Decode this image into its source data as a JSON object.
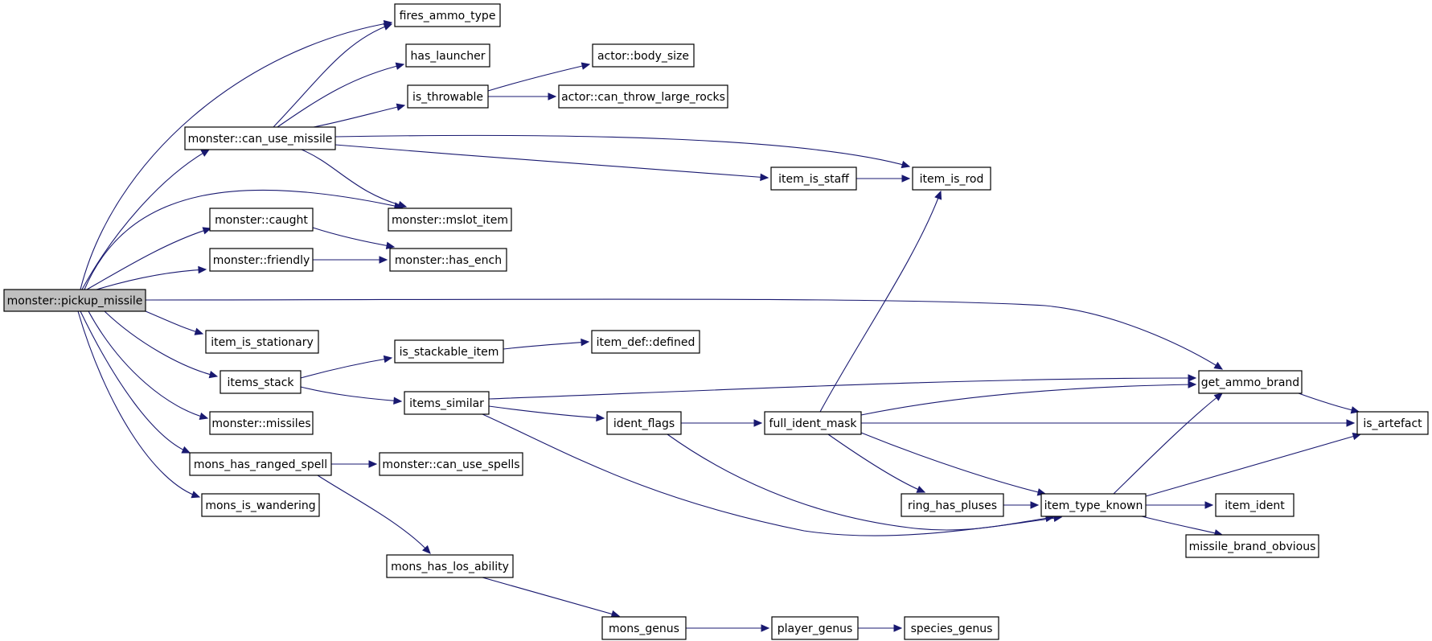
{
  "graph": {
    "root": "monster::pickup_missile",
    "nodes": [
      {
        "id": "pickup_missile",
        "label": "monster::pickup_missile",
        "root": true
      },
      {
        "id": "fires_ammo_type",
        "label": "fires_ammo_type"
      },
      {
        "id": "has_launcher",
        "label": "has_launcher"
      },
      {
        "id": "actor_body_size",
        "label": "actor::body_size"
      },
      {
        "id": "is_throwable",
        "label": "is_throwable"
      },
      {
        "id": "actor_can_throw_large_rocks",
        "label": "actor::can_throw_large_rocks"
      },
      {
        "id": "can_use_missile",
        "label": "monster::can_use_missile"
      },
      {
        "id": "item_is_staff",
        "label": "item_is_staff"
      },
      {
        "id": "item_is_rod",
        "label": "item_is_rod"
      },
      {
        "id": "caught",
        "label": "monster::caught"
      },
      {
        "id": "mslot_item",
        "label": "monster::mslot_item"
      },
      {
        "id": "friendly",
        "label": "monster::friendly"
      },
      {
        "id": "has_ench",
        "label": "monster::has_ench"
      },
      {
        "id": "item_is_stationary",
        "label": "item_is_stationary"
      },
      {
        "id": "is_stackable_item",
        "label": "is_stackable_item"
      },
      {
        "id": "item_def_defined",
        "label": "item_def::defined"
      },
      {
        "id": "items_stack",
        "label": "items_stack"
      },
      {
        "id": "items_similar",
        "label": "items_similar"
      },
      {
        "id": "get_ammo_brand",
        "label": "get_ammo_brand"
      },
      {
        "id": "missiles",
        "label": "monster::missiles"
      },
      {
        "id": "ident_flags",
        "label": "ident_flags"
      },
      {
        "id": "full_ident_mask",
        "label": "full_ident_mask"
      },
      {
        "id": "is_artefact",
        "label": "is_artefact"
      },
      {
        "id": "mons_has_ranged_spell",
        "label": "mons_has_ranged_spell"
      },
      {
        "id": "can_use_spells",
        "label": "monster::can_use_spells"
      },
      {
        "id": "mons_is_wandering",
        "label": "mons_is_wandering"
      },
      {
        "id": "ring_has_pluses",
        "label": "ring_has_pluses"
      },
      {
        "id": "item_type_known",
        "label": "item_type_known"
      },
      {
        "id": "item_ident",
        "label": "item_ident"
      },
      {
        "id": "missile_brand_obvious",
        "label": "missile_brand_obvious"
      },
      {
        "id": "mons_has_los_ability",
        "label": "mons_has_los_ability"
      },
      {
        "id": "mons_genus",
        "label": "mons_genus"
      },
      {
        "id": "player_genus",
        "label": "player_genus"
      },
      {
        "id": "species_genus",
        "label": "species_genus"
      }
    ],
    "edges": [
      [
        "pickup_missile",
        "fires_ammo_type"
      ],
      [
        "pickup_missile",
        "can_use_missile"
      ],
      [
        "pickup_missile",
        "mslot_item"
      ],
      [
        "pickup_missile",
        "caught"
      ],
      [
        "pickup_missile",
        "friendly"
      ],
      [
        "pickup_missile",
        "get_ammo_brand"
      ],
      [
        "pickup_missile",
        "item_is_stationary"
      ],
      [
        "pickup_missile",
        "items_stack"
      ],
      [
        "pickup_missile",
        "missiles"
      ],
      [
        "pickup_missile",
        "mons_has_ranged_spell"
      ],
      [
        "pickup_missile",
        "mons_is_wandering"
      ],
      [
        "can_use_missile",
        "fires_ammo_type"
      ],
      [
        "can_use_missile",
        "has_launcher"
      ],
      [
        "can_use_missile",
        "is_throwable"
      ],
      [
        "can_use_missile",
        "item_is_rod"
      ],
      [
        "can_use_missile",
        "item_is_staff"
      ],
      [
        "can_use_missile",
        "mslot_item"
      ],
      [
        "is_throwable",
        "actor_body_size"
      ],
      [
        "is_throwable",
        "actor_can_throw_large_rocks"
      ],
      [
        "item_is_staff",
        "item_is_rod"
      ],
      [
        "caught",
        "has_ench"
      ],
      [
        "friendly",
        "has_ench"
      ],
      [
        "items_stack",
        "is_stackable_item"
      ],
      [
        "items_stack",
        "items_similar"
      ],
      [
        "is_stackable_item",
        "item_def_defined"
      ],
      [
        "items_similar",
        "get_ammo_brand"
      ],
      [
        "items_similar",
        "ident_flags"
      ],
      [
        "items_similar",
        "item_type_known"
      ],
      [
        "ident_flags",
        "full_ident_mask"
      ],
      [
        "ident_flags",
        "item_type_known"
      ],
      [
        "full_ident_mask",
        "item_is_rod"
      ],
      [
        "full_ident_mask",
        "get_ammo_brand"
      ],
      [
        "full_ident_mask",
        "is_artefact"
      ],
      [
        "full_ident_mask",
        "ring_has_pluses"
      ],
      [
        "full_ident_mask",
        "item_type_known"
      ],
      [
        "get_ammo_brand",
        "is_artefact"
      ],
      [
        "ring_has_pluses",
        "item_type_known"
      ],
      [
        "item_type_known",
        "get_ammo_brand"
      ],
      [
        "item_type_known",
        "is_artefact"
      ],
      [
        "item_type_known",
        "item_ident"
      ],
      [
        "item_type_known",
        "missile_brand_obvious"
      ],
      [
        "mons_has_ranged_spell",
        "can_use_spells"
      ],
      [
        "mons_has_ranged_spell",
        "mons_has_los_ability"
      ],
      [
        "mons_has_los_ability",
        "mons_genus"
      ],
      [
        "mons_genus",
        "player_genus"
      ],
      [
        "player_genus",
        "species_genus"
      ]
    ]
  },
  "colors": {
    "edge": "#191970",
    "root_fill": "#bfbfbf",
    "node_fill": "#ffffff",
    "node_border": "#000000"
  }
}
